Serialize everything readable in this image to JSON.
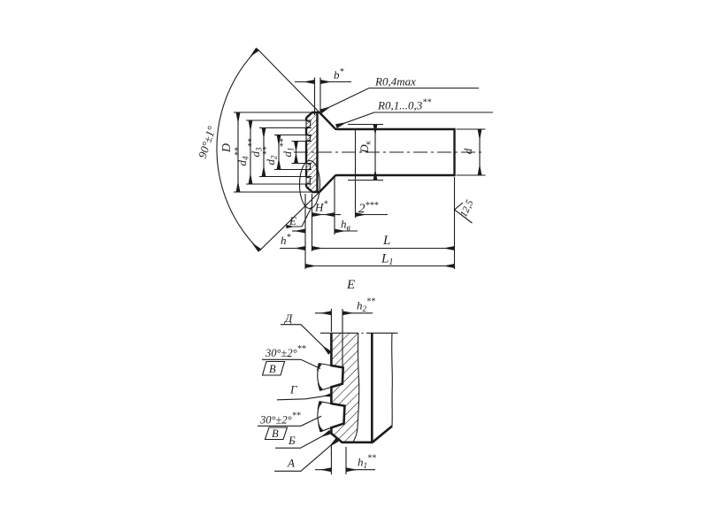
{
  "colors": {
    "ink": "#1c1c1c",
    "background": "#ffffff"
  },
  "main_view": {
    "angle": "90°±1°",
    "b": {
      "base": "b",
      "sup": "*"
    },
    "radius_head": "R0,4max",
    "radius_fillet": {
      "base": "R0,1...0,3",
      "sup": "**"
    },
    "D": "D",
    "d4": {
      "base": "d",
      "sub": "4",
      "sup": "**"
    },
    "d3": {
      "base": "d",
      "sub": "3",
      "sup": "**"
    },
    "d2": {
      "base": "d",
      "sub": "2",
      "sup": "**"
    },
    "d1": {
      "base": "d",
      "sub": "1",
      "sup": "**"
    },
    "Dk": {
      "base": "D",
      "sub": "к"
    },
    "d": "d",
    "H": {
      "base": "H",
      "sup": "*"
    },
    "chamfer": {
      "base": "2",
      "sup": "***"
    },
    "hv": {
      "base": "h",
      "sub": "в"
    },
    "h": {
      "base": "h",
      "sup": "*"
    },
    "L": "L",
    "L1": {
      "base": "L",
      "sub": "1"
    },
    "roughness": "12,5",
    "detail_ref": "E"
  },
  "detail_view": {
    "title": "E",
    "h2": {
      "base": "h",
      "sub": "2",
      "sup": "**"
    },
    "h1": {
      "base": "h",
      "sub": "1",
      "sup": "**"
    },
    "angle_upper": {
      "base": "30°±2°",
      "sup": "**"
    },
    "angle_lower": {
      "base": "30°±2°",
      "sup": "**"
    },
    "datum_upper": "В",
    "datum_lower": "В",
    "surface_d": "Д",
    "surface_g": "Г",
    "surface_b": "Б",
    "surface_a": "А"
  }
}
